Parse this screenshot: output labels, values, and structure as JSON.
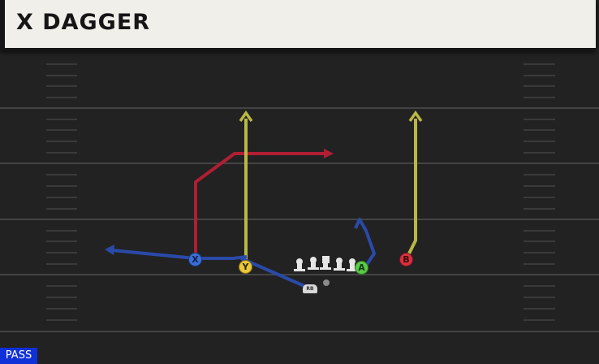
{
  "title": "X DAGGER",
  "badge": "PASS",
  "players": {
    "x": "X",
    "y": "Y",
    "a": "A",
    "b": "B",
    "rb": "RB"
  },
  "colors": {
    "x": "#3b6fd6",
    "y": "#e9c93a",
    "a": "#5cc94a",
    "b": "#d8313f",
    "route_red": "#b01e34",
    "route_yellow": "#b9b846",
    "route_blue": "#2a4aa8"
  }
}
